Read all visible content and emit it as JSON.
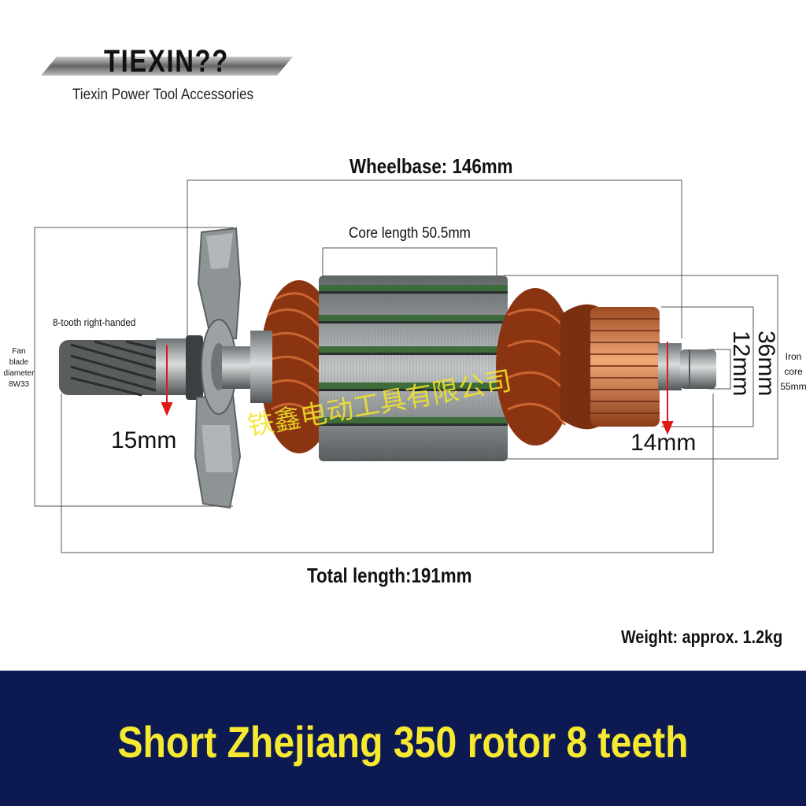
{
  "brand": {
    "name": "TIEXIN??",
    "subtitle": "Tiexin Power Tool Accessories"
  },
  "labels": {
    "wheelbase": "Wheelbase: 146mm",
    "core_length": "Core length 50.5mm",
    "tooth": "8-tooth right-handed",
    "fan_blade": "Fan blade diameter 8W33",
    "iron_core": "Iron core 55mm",
    "dim_left_shaft": "15mm",
    "dim_right_shaft": "14mm",
    "dim_core_36": "36mm",
    "dim_comm_12": "12mm",
    "total_length": "Total length:191mm",
    "weight": "Weight: approx. 1.2kg",
    "watermark": "铁鑫电动工具有限公司"
  },
  "banner": {
    "title": "Short Zhejiang 350 rotor 8 teeth"
  },
  "colors": {
    "banner_bg": "#0d1a52",
    "banner_text": "#f6e930",
    "copper": "#b5461c",
    "steel": "#8f9496",
    "arrow": "#e01818"
  }
}
